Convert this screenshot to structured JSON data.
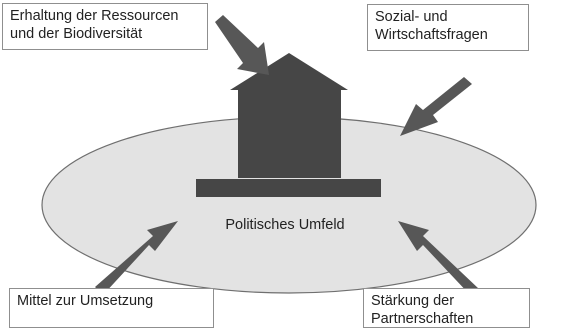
{
  "labels": {
    "top_left": {
      "line1": "Erhaltung der Ressourcen",
      "line2": "und der Biodiversität"
    },
    "top_right": {
      "line1": "Sozial- und",
      "line2": "Wirtschaftsfragen"
    },
    "bottom_left": {
      "line1": "Mittel zur Umsetzung"
    },
    "bottom_right": {
      "line1": "Stärkung der",
      "line2": "Partnerschaften"
    },
    "center": "Politisches Umfeld"
  },
  "colors": {
    "ellipse_fill": "#e3e3e3",
    "ellipse_stroke": "#6f6f6f",
    "house_fill": "#464646",
    "arrow_fill": "#575757",
    "box_border": "#8f8f8f",
    "text": "#222222"
  },
  "icons": {
    "center_shape": "house-icon",
    "arrows": "arrow-icon"
  }
}
